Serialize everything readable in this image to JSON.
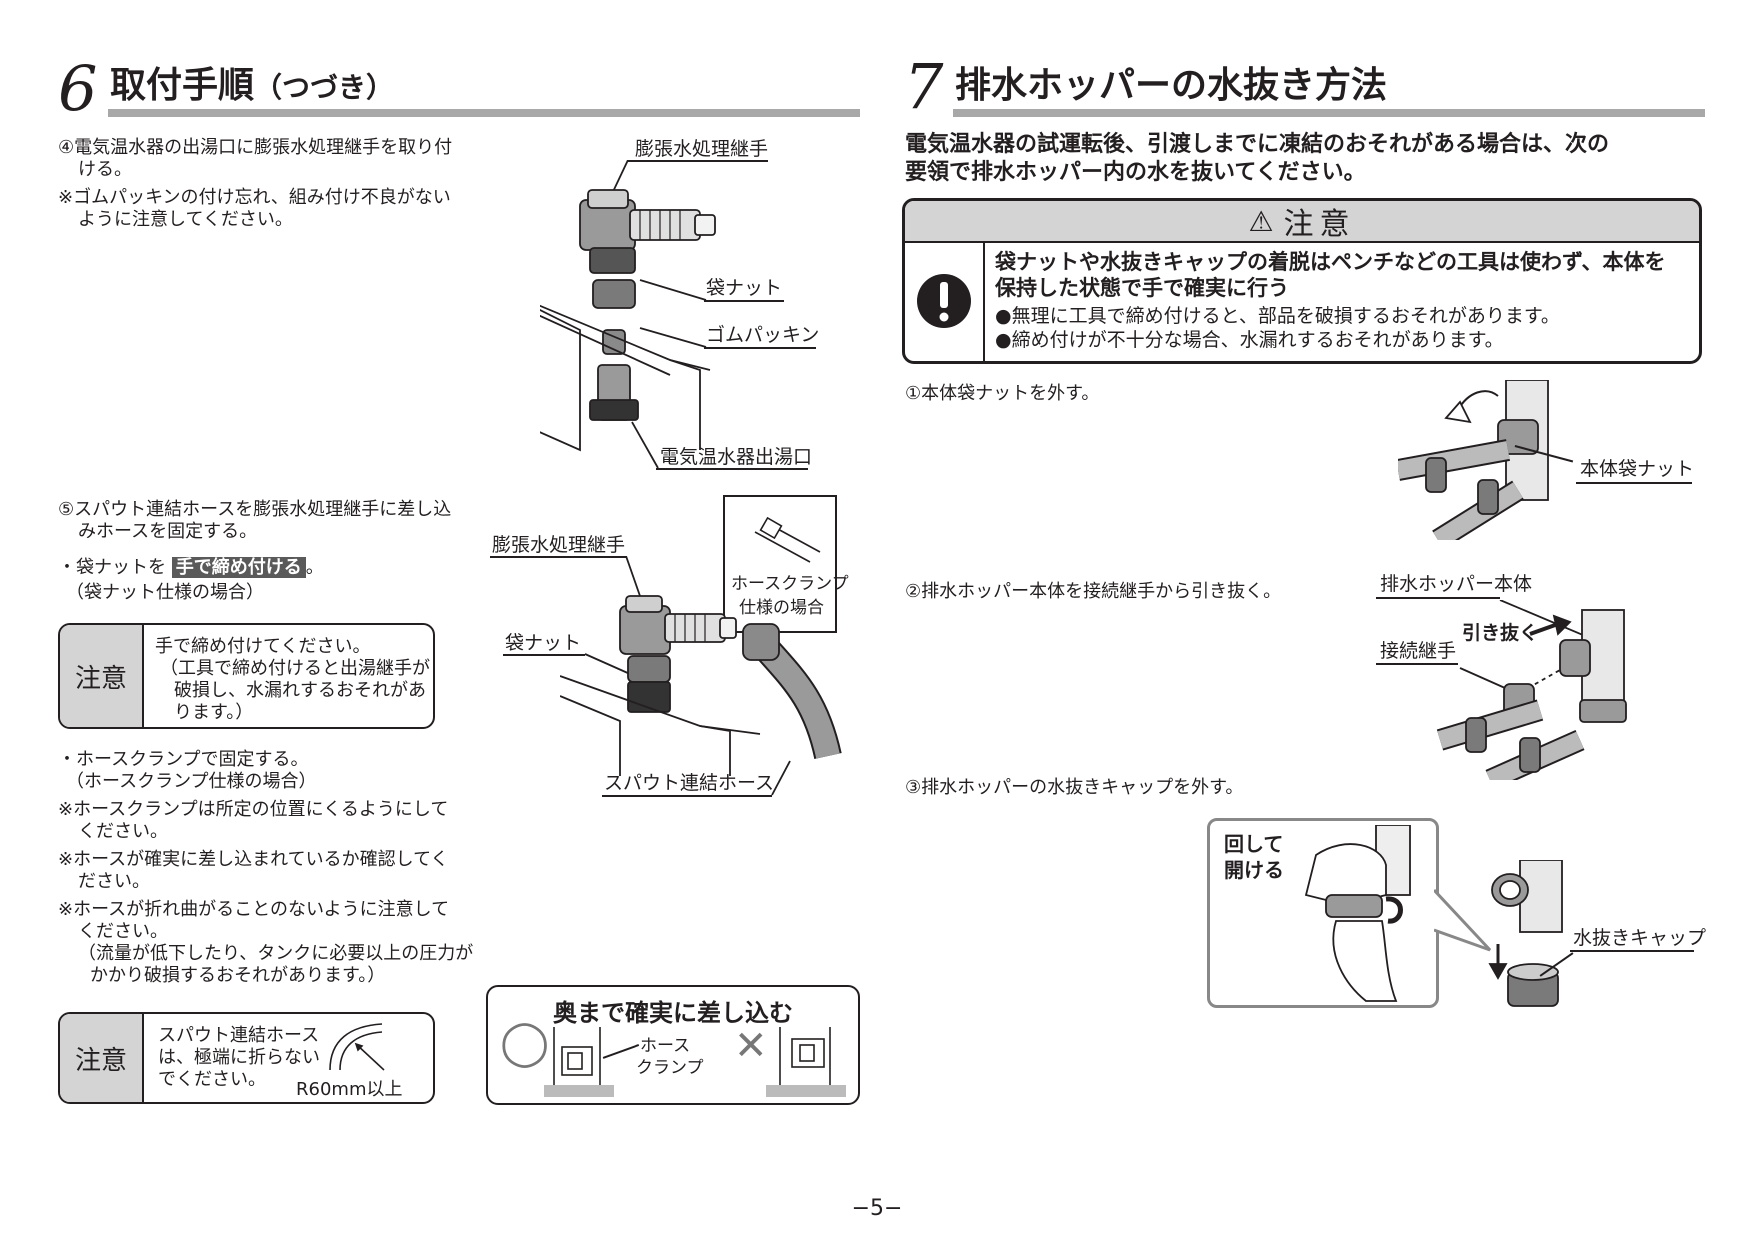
{
  "left": {
    "section_number": "6",
    "title": "取付手順",
    "title_sub": "（つづき）",
    "step4": {
      "line1": "④電気温水器の出湯口に膨張水処理継手を取り付",
      "line2": "ける。",
      "note1": "※ゴムパッキンの付け忘れ、組み付け不良がない",
      "note2": "ように注意してください。"
    },
    "fig1": {
      "label_joint": "膨張水処理継手",
      "label_nut": "袋ナット",
      "label_packing": "ゴムパッキン",
      "label_outlet": "電気温水器出湯口"
    },
    "step5": {
      "line1": "⑤スパウト連結ホースを膨張水処理継手に差し込",
      "line2": "みホースを固定する。",
      "bullet1_pre": "・袋ナットを",
      "bullet1_hl": "手で締め付ける",
      "bullet1_post": "。",
      "bullet1_sub": "（袋ナット仕様の場合）",
      "bullet2": "・ホースクランプで固定する。",
      "bullet2_sub": "（ホースクランプ仕様の場合）",
      "n1a": "※ホースクランプは所定の位置にくるようにして",
      "n1b": "ください。",
      "n2a": "※ホースが確実に差し込まれているか確認してく",
      "n2b": "ださい。",
      "n3a": "※ホースが折れ曲がることのないように注意して",
      "n3b": "ください。",
      "n3c": "（流量が低下したり、タンクに必要以上の圧力が",
      "n3d": "かかり破損するおそれがあります。）"
    },
    "caution1": {
      "head": "注意",
      "l1": "手で締め付けてください。",
      "l2": "（工具で締め付けると出湯継手が",
      "l3": "破損し、水漏れするおそれがあ",
      "l4": "ります。）"
    },
    "fig2": {
      "label_joint": "膨張水処理継手",
      "label_nut": "袋ナット",
      "label_hose": "スパウト連結ホース",
      "inset1": "ホースクランプ",
      "inset2": "仕様の場合"
    },
    "caution2": {
      "head": "注意",
      "l1": "スパウト連結ホース",
      "l2": "は、極端に折らない",
      "l3": "でください。",
      "radius": "R60mm以上"
    },
    "insert_box": {
      "title": "奥まで確実に差し込む",
      "ok": "◯",
      "ng": "✕",
      "label1": "ホース",
      "label2": "クランプ"
    }
  },
  "right": {
    "section_number": "7",
    "title": "排水ホッパーの水抜き方法",
    "intro1": "電気温水器の試運転後、引渡しまでに凍結のおそれがある場合は、次の",
    "intro2": "要領で排水ホッパー内の水を抜いてください。",
    "caution": {
      "head": "注意",
      "b1": "袋ナットや水抜きキャップの着脱はペンチなどの工具は使わず、本体を",
      "b2": "保持した状態で手で確実に行う",
      "n1": "●無理に工具で締め付けると、部品を破損するおそれがあります。",
      "n2": "●締め付けが不十分な場合、水漏れするおそれがあります。"
    },
    "step1": "①本体袋ナットを外す。",
    "label_body_nut": "本体袋ナット",
    "step2": "②排水ホッパー本体を接続継手から引き抜く。",
    "label_hopper_body": "排水ホッパー本体",
    "label_pull": "引き抜く",
    "label_joint": "接続継手",
    "step3": "③排水ホッパーの水抜きキャップを外す。",
    "label_turn1": "回して",
    "label_turn2": "開ける",
    "label_cap": "水抜きキャップ"
  },
  "page_number": "−5−"
}
